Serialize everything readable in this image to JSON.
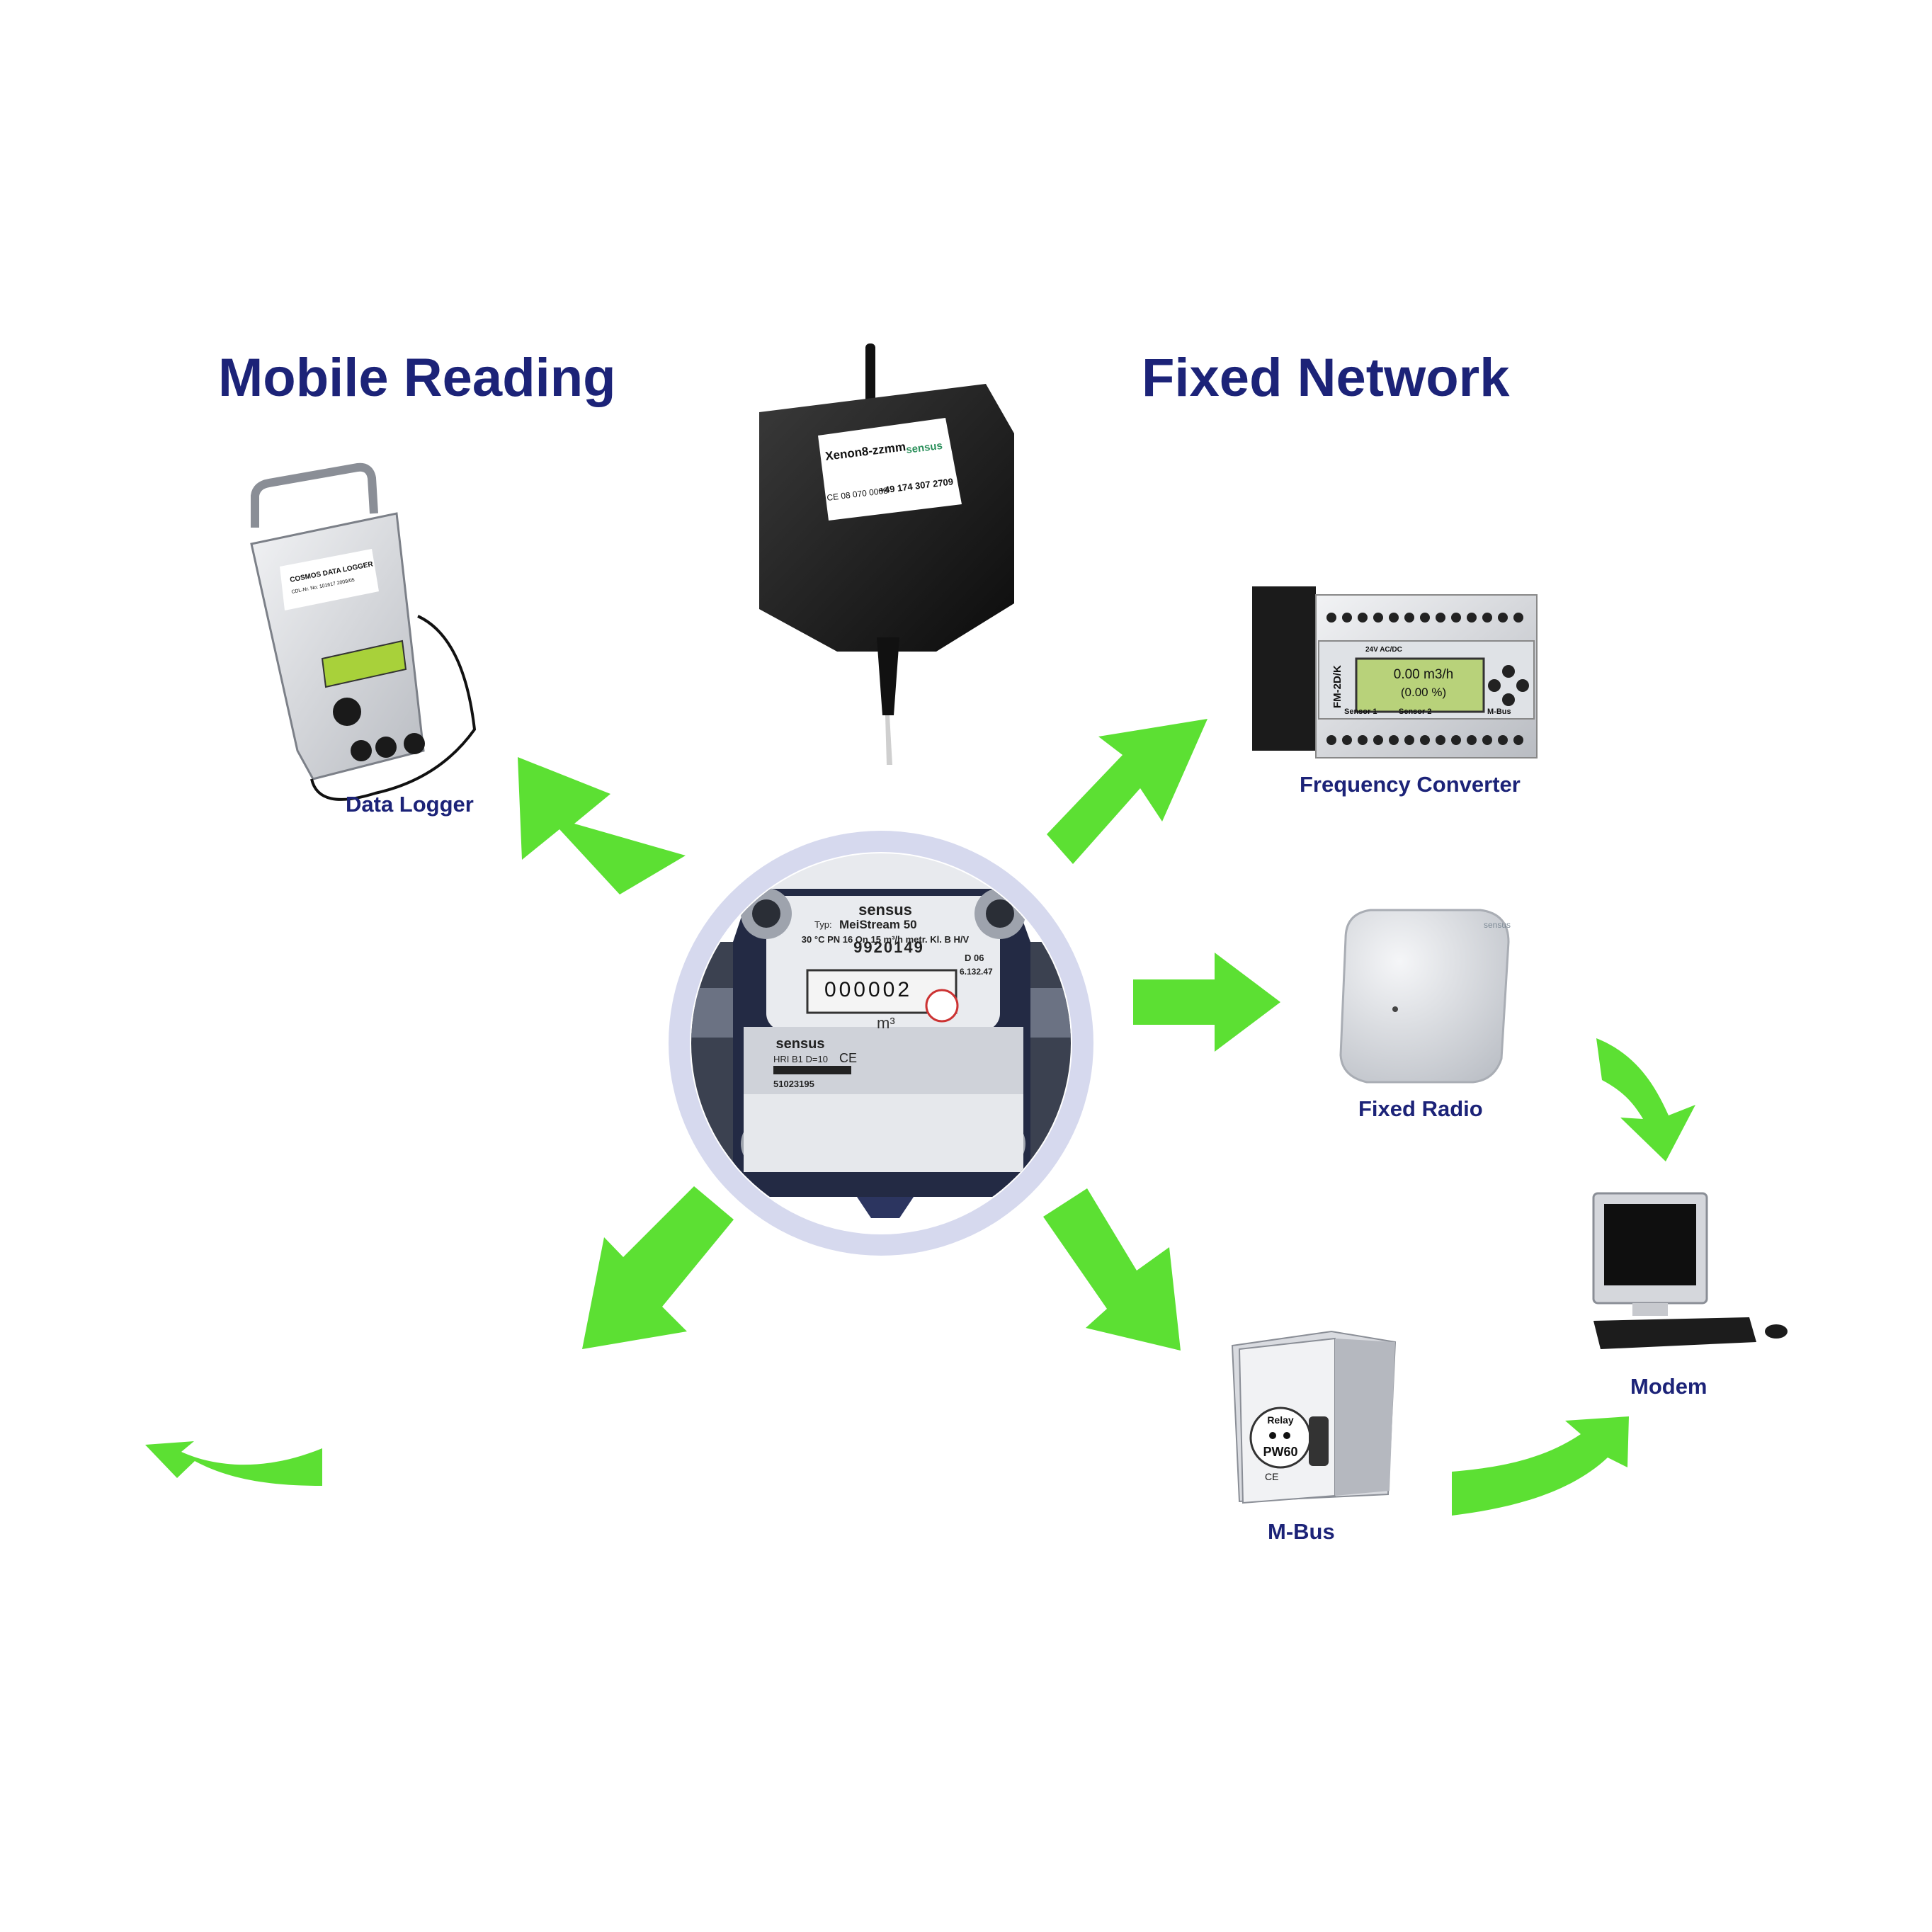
{
  "headings": {
    "mobile": "Mobile Reading",
    "fixed": "Fixed Network"
  },
  "labels": {
    "data_logger": "Data Logger",
    "frequency_converter": "Frequency Converter",
    "fixed_radio": "Fixed Radio",
    "mbus": "M-Bus",
    "modem": "Modem"
  },
  "meter": {
    "brand": "sensus",
    "type_prefix": "Typ:",
    "model": "MeiStream 50",
    "spec_line": "30 °C  PN 16  Qn 15 m³/h  metr. Kl. B  H/V",
    "serial": "9920149",
    "counter": "000002",
    "unit": "m³",
    "approval_code": "D 06",
    "approval_number": "6.132.47",
    "module_brand": "sensus",
    "module_model": "HRI B1 D=10",
    "module_serial": "51023195",
    "ce_mark": "CE"
  },
  "transmitter": {
    "title": "Xenon8-zzmm",
    "brand": "sensus",
    "ce_code": "CE 08 070 0008",
    "phone": "+49 174 307 2709"
  },
  "data_logger_device": {
    "title": "COSMOS DATA LOGGER",
    "serial_line": "CDL-Nr. No: 101617   2009/05"
  },
  "converter_device": {
    "model": "FM-2D/K",
    "display_line1": "0.00 m3/h",
    "display_line2": "(0.00 %)",
    "sensor1": "Sensor 1",
    "sensor2": "Sensor 2",
    "bus": "M-Bus",
    "supply": "24V AC/DC"
  },
  "radio_device": {
    "brand": "sensus"
  },
  "mbus_device": {
    "brand": "Relay",
    "model": "PW60",
    "ce_mark": "CE"
  },
  "colors": {
    "arrow_green": "#5ce033",
    "heading_navy": "#1c2378",
    "ring": "#d6d9ee"
  }
}
